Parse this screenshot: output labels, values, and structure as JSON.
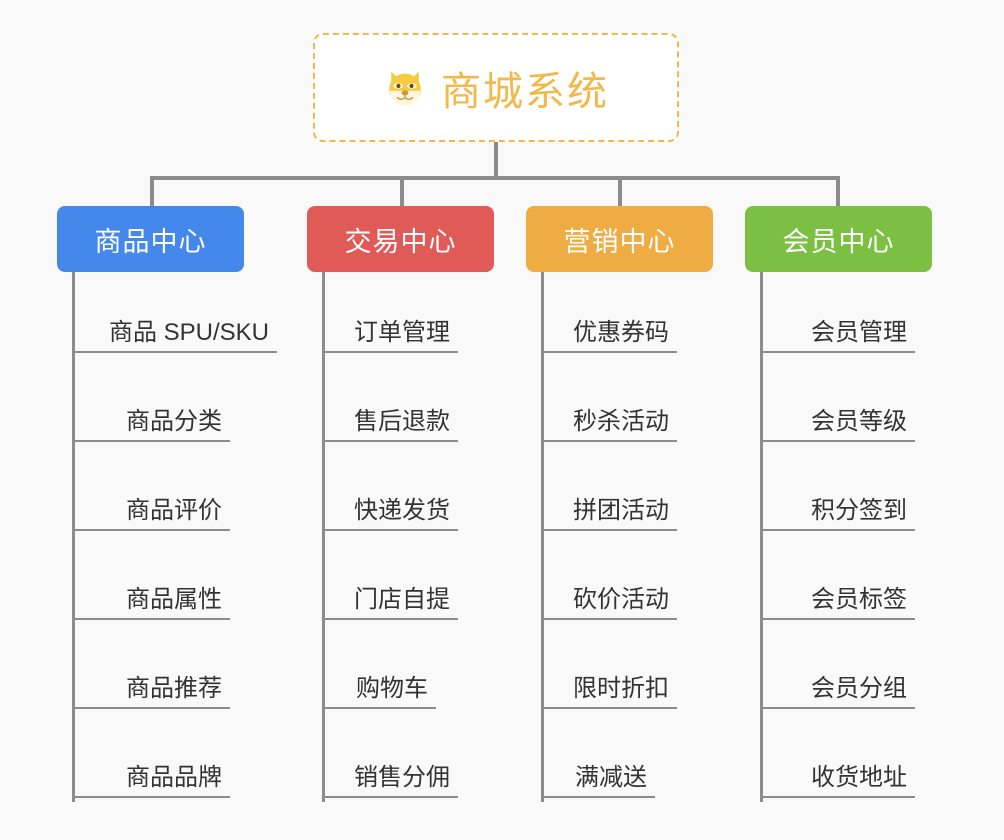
{
  "root": {
    "title": "商城系统",
    "icon": "dog-face-emoji",
    "border_color": "#f2b84b",
    "text_color": "#f2b84b",
    "background": "#ffffff"
  },
  "canvas": {
    "background": "#f9f9f9",
    "line_color": "#8c8c8c"
  },
  "columns": [
    {
      "id": "product-center",
      "label": "商品中心",
      "color": "#4588ec",
      "items": [
        "商品 SPU/SKU",
        "商品分类",
        "商品评价",
        "商品属性",
        "商品推荐",
        "商品品牌"
      ]
    },
    {
      "id": "trade-center",
      "label": "交易中心",
      "color": "#e05b57",
      "items": [
        "订单管理",
        "售后退款",
        "快递发货",
        "门店自提",
        "购物车",
        "销售分佣"
      ]
    },
    {
      "id": "marketing-center",
      "label": "营销中心",
      "color": "#eeac43",
      "items": [
        "优惠券码",
        "秒杀活动",
        "拼团活动",
        "砍价活动",
        "限时折扣",
        "满减送"
      ]
    },
    {
      "id": "member-center",
      "label": "会员中心",
      "color": "#7bc043",
      "items": [
        "会员管理",
        "会员等级",
        "积分签到",
        "会员标签",
        "会员分组",
        "收货地址"
      ]
    }
  ]
}
